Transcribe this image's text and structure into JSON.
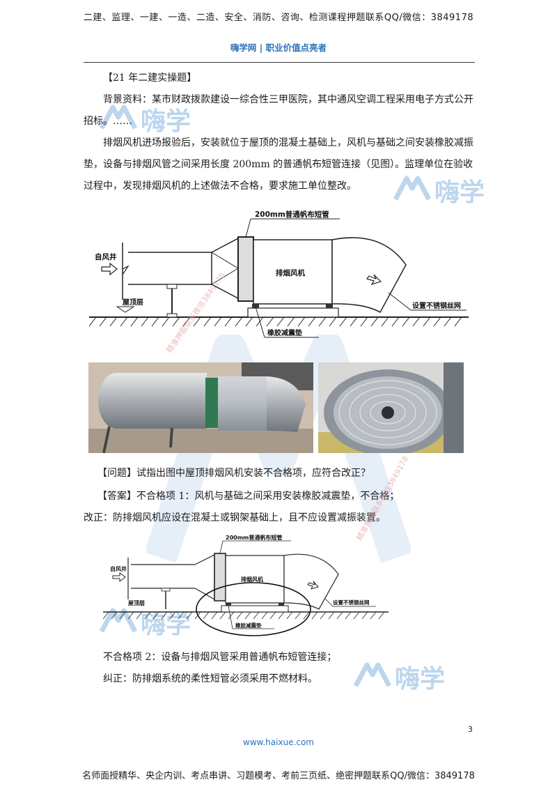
{
  "header": {
    "top_line": "二建、监理、一建、一造、二造、安全、消防、咨询、检测课程押题联系QQ/微信：3849178",
    "brand": "嗨学网 | 职业价值点亮者"
  },
  "content": {
    "title": "【21 年二建实操题】",
    "background": "背景资料：某市财政拨款建设一综合性三甲医院，其中通风空调工程采用电子方式公开招标。……",
    "scenario": "排烟风机进场报验后，安装就位于屋顶的混凝土基础上，风机与基础之间安装橡胶减振垫，设备与排烟风管之间采用长度 200mm 的普通帆布短管连接（见图）。监理单位在验收过程中，发现排烟风机的上述做法不合格，要求施工单位整改。",
    "question": "【问题】试指出图中屋顶排烟风机安装不合格项，应符合改正？",
    "answer1": "【答案】不合格项 1：风机与基础之间采用安装橡胶减震垫，不合格；",
    "fix1": "改正：防排烟风机应设在混凝土或钢架基础上，且不应设置减振装置。",
    "item2": "不合格项 2：设备与排烟风管采用普通帆布短管连接；",
    "fix2": "纠正：防排烟系统的柔性短管必须采用不燃材料。"
  },
  "diagram": {
    "canvas_label": "200mm普通帆布短管",
    "shaft_label": "自风井",
    "fan_label": "排烟风机",
    "roof_label": "屋顶层",
    "mesh_label": "设置不锈钢丝网",
    "pad_label": "橡胶减震垫"
  },
  "watermarks": {
    "logo_text": "嗨学",
    "red_text": "精准押题联系微信3849178"
  },
  "footer": {
    "page_number": "3",
    "website": "www.haixue.com",
    "bottom_line": "名师面授精华、央企内训、考点串讲、习题模考、考前三页纸、绝密押题联系QQ/微信：3849178"
  }
}
